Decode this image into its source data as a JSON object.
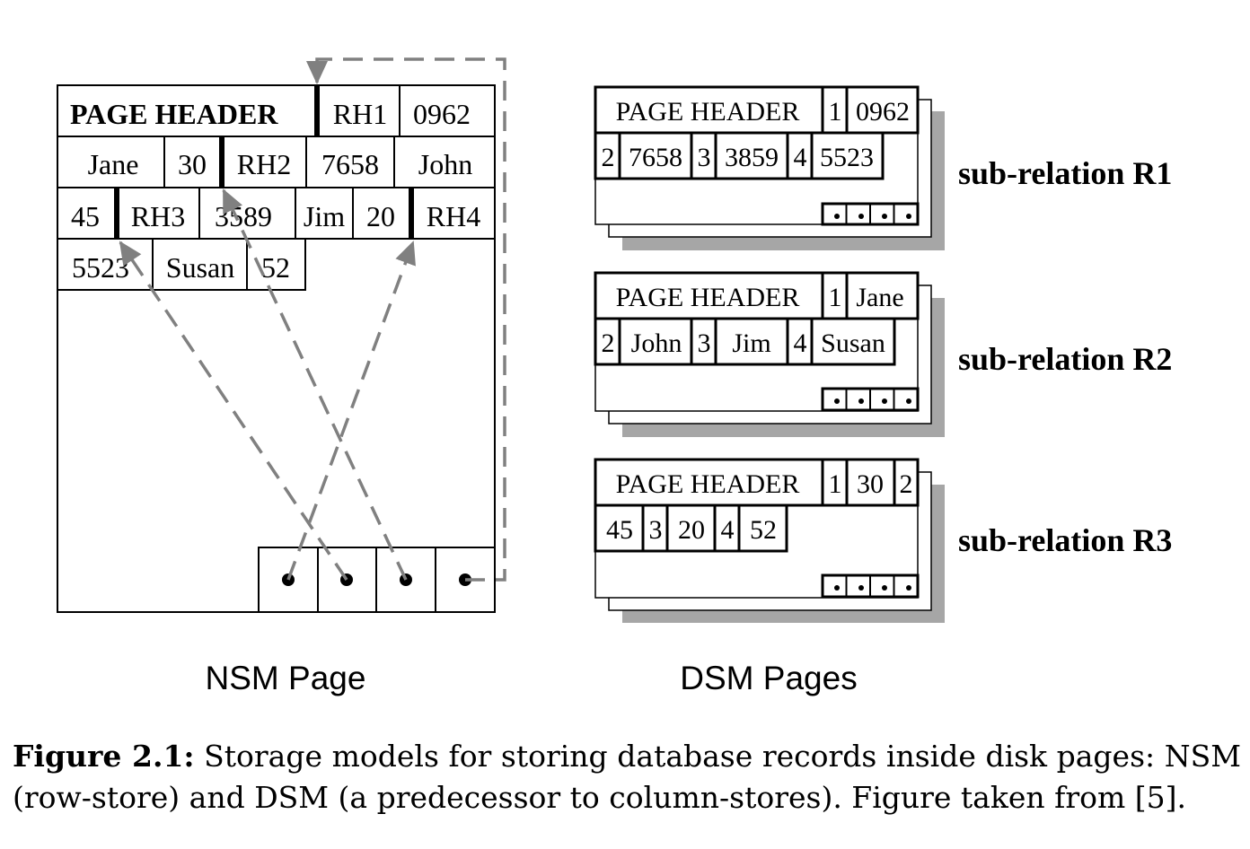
{
  "nsm": {
    "title": "NSM Page",
    "header_label": "PAGE HEADER",
    "row0": [
      "RH1",
      "0962"
    ],
    "row1": [
      "Jane",
      "30",
      "RH2",
      "7658",
      "John"
    ],
    "row2": [
      "45",
      "RH3",
      "3589",
      "Jim",
      "20",
      "RH4"
    ],
    "row3": [
      "5523",
      "Susan",
      "52"
    ]
  },
  "dsm": {
    "title": "DSM Pages",
    "pages": [
      {
        "label": "sub-relation R1",
        "header": [
          "PAGE HEADER",
          "1",
          "0962"
        ],
        "row2": [
          "2",
          "7658",
          "3",
          "3859",
          "4",
          "5523"
        ]
      },
      {
        "label": "sub-relation R2",
        "header": [
          "PAGE HEADER",
          "1",
          "Jane"
        ],
        "row2": [
          "2",
          "John",
          "3",
          "Jim",
          "4",
          "Susan"
        ]
      },
      {
        "label": "sub-relation R3",
        "header": [
          "PAGE HEADER",
          "1",
          "30",
          "2"
        ],
        "row2": [
          "45",
          "3",
          "20",
          "4",
          "52"
        ]
      }
    ]
  },
  "caption": {
    "label": "Figure 2.1:",
    "text": " Storage models for storing database records inside disk pages: NSM (row-store) and DSM (a predecessor to column-stores). Figure taken from [5]."
  },
  "colors": {
    "line": "#000000",
    "arrow": "#808080",
    "shadow": "#a6a6a6"
  }
}
